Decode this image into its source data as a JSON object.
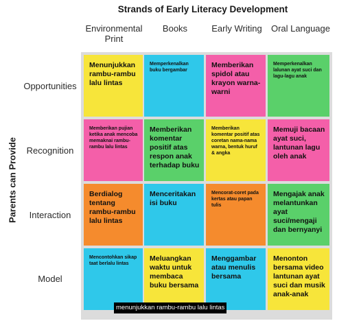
{
  "title": "Strands of Early Literacy Development",
  "side_label": "Parents can Provide",
  "columns": [
    "Environmental Print",
    "Books",
    "Early Writing",
    "Oral Language"
  ],
  "rows": [
    "Opportunities",
    "Recognition",
    "Interaction",
    "Model"
  ],
  "colors": {
    "yellow": "#f7e53a",
    "cyan": "#2fc8ea",
    "pink": "#f45fa9",
    "green": "#5ad06a",
    "orange": "#f58b2d"
  },
  "cells": [
    [
      {
        "text": "Menunjukkan rambu-rambu lalu lintas",
        "color": "yellow",
        "size": "lg"
      },
      {
        "text": "Memperkenalkan buku bergambar",
        "color": "cyan",
        "size": "sm"
      },
      {
        "text": "Memberikan spidol atau krayon warna-warni",
        "color": "pink",
        "size": "lg"
      },
      {
        "text": "Memperkenalkan lalunan ayat suci dan lagu-lagu anak",
        "color": "green",
        "size": "sm"
      }
    ],
    [
      {
        "text": "Memberikan pujian ketika anak mencoba memaknai rambu-rambu lalu lintas",
        "color": "pink",
        "size": "sm"
      },
      {
        "text": "Memberikan komentar positif atas respon anak terhadap buku",
        "color": "green",
        "size": "lg"
      },
      {
        "text": "Memberikan komentar positif atas coretan nama-nama warna, bentuk huruf & angka",
        "color": "yellow",
        "size": "sm"
      },
      {
        "text": "Memuji bacaan ayat suci, lantunan lagu oleh anak",
        "color": "pink",
        "size": "lg"
      }
    ],
    [
      {
        "text": "Berdialog tentang rambu-rambu lalu lintas",
        "color": "orange",
        "size": "lg"
      },
      {
        "text": "Menceritakan isi buku",
        "color": "cyan",
        "size": "lg"
      },
      {
        "text": "Mencorat-coret pada kertas atau papan tulis",
        "color": "orange",
        "size": "sm"
      },
      {
        "text": "Mengajak anak melantunkan ayat suci/mengaji dan bernyanyi",
        "color": "green",
        "size": "lg"
      }
    ],
    [
      {
        "text": "Mencontohkan sikap taat berlalu lintas",
        "color": "cyan",
        "size": "sm"
      },
      {
        "text": "Meluangkan waktu untuk membaca buku bersama",
        "color": "yellow",
        "size": "lg"
      },
      {
        "text": "Menggambar atau menulis bersama",
        "color": "cyan",
        "size": "lg"
      },
      {
        "text": "Menonton bersama video lantunan ayat suci dan musik anak-anak",
        "color": "yellow",
        "size": "lg"
      }
    ]
  ],
  "caption": "menunjukkan rambu-rambu lalu lintas"
}
